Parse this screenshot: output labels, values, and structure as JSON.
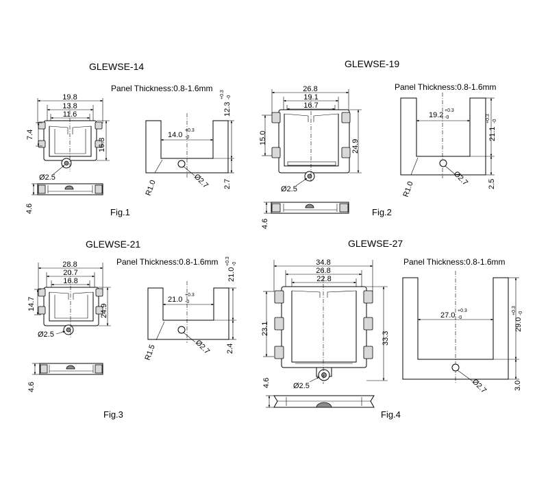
{
  "figures": [
    {
      "model": "GLEWSE-14",
      "panel_thickness": "Panel Thickness:0.8-1.6mm",
      "fig_label": "Fig.1",
      "part_dims": {
        "width_outer": "19.8",
        "width_mid": "13.8",
        "width_inner": "11.6",
        "height_left": "7.4",
        "height_right": "16.3",
        "hole": "Ø2.5",
        "thickness": "4.6"
      },
      "cutout": {
        "width": "14.0",
        "width_tol_plus": "+0.3",
        "width_tol_minus": "-0",
        "height": "12.3",
        "height_tol_plus": "+0.3",
        "height_tol_minus": "-0",
        "radius": "R1.0",
        "hole": "Ø2.7",
        "offset": "2.7"
      }
    },
    {
      "model": "GLEWSE-19",
      "panel_thickness": "Panel Thickness:0.8-1.6mm",
      "fig_label": "Fig.2",
      "part_dims": {
        "width_outer": "26.8",
        "width_mid": "19.1",
        "width_inner": "16.7",
        "height_left": "15.0",
        "height_right": "24.9",
        "hole": "Ø2.5",
        "thickness": "4.6"
      },
      "cutout": {
        "width": "19.2",
        "width_tol_plus": "+0.3",
        "width_tol_minus": "-0",
        "height": "21.1",
        "height_tol_plus": "+0.3",
        "height_tol_minus": "-0",
        "radius": "R1.0",
        "hole": "Ø2.7",
        "offset": "2.5"
      }
    },
    {
      "model": "GLEWSE-21",
      "panel_thickness": "Panel Thickness:0.8-1.6mm",
      "fig_label": "Fig.3",
      "part_dims": {
        "width_outer": "28.8",
        "width_mid": "20.7",
        "width_inner": "16.8",
        "height_left": "14.7",
        "height_right": "24.9",
        "hole": "Ø2.5",
        "thickness": "4.6"
      },
      "cutout": {
        "width": "21.0",
        "width_tol_plus": "+0.3",
        "width_tol_minus": "-0",
        "height": "21.0",
        "height_tol_plus": "+0.3",
        "height_tol_minus": "-0",
        "radius": "R1.5",
        "hole": "Ø2.7",
        "offset": "2.4"
      }
    },
    {
      "model": "GLEWSE-27",
      "panel_thickness": "Panel Thickness:0.8-1.6mm",
      "fig_label": "Fig.4",
      "part_dims": {
        "width_outer": "34.8",
        "width_mid": "26.8",
        "width_inner": "22.8",
        "height_left": "23.1",
        "height_right": "33.3",
        "hole": "Ø2.5",
        "thickness": "4.6"
      },
      "cutout": {
        "width": "27.0",
        "width_tol_plus": "+0.3",
        "width_tol_minus": "-0",
        "height": "29.0",
        "height_tol_plus": "+0.3",
        "height_tol_minus": "-0",
        "hole": "Ø2.7",
        "offset": "3.0"
      }
    }
  ]
}
